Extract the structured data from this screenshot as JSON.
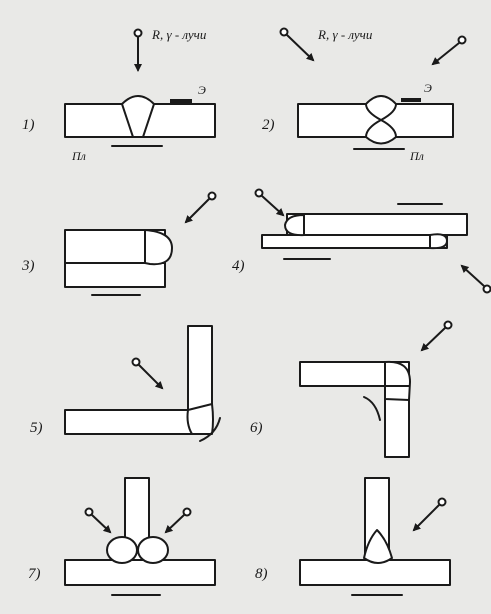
{
  "ray_label": "R, γ - лучи",
  "film_label": "Пл",
  "electrode_label": "Э",
  "panels": [
    {
      "id": "1",
      "label": "1)"
    },
    {
      "id": "2",
      "label": "2)"
    },
    {
      "id": "3",
      "label": "3)"
    },
    {
      "id": "4",
      "label": "4)"
    },
    {
      "id": "5",
      "label": "5)"
    },
    {
      "id": "6",
      "label": "6)"
    },
    {
      "id": "7",
      "label": "7)"
    },
    {
      "id": "8",
      "label": "8)"
    }
  ],
  "colors": {
    "background": "#e9e9e7",
    "ink": "#1a1a1a",
    "paper": "#ffffff"
  }
}
